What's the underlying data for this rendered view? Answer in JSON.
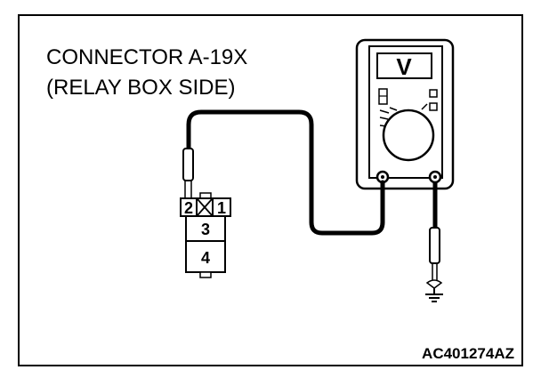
{
  "diagram": {
    "title_line1": "CONNECTOR A-19X",
    "title_line2": "(RELAY BOX SIDE)",
    "figure_code": "AC401274AZ",
    "connector_pins": {
      "pin_top_left": "2",
      "pin_top_right": "1",
      "pin_mid": "3",
      "pin_bottom": "4"
    },
    "meter": {
      "display_symbol": "V",
      "icon_name": "voltmeter-icon"
    },
    "ground": {
      "icon_name": "ground-symbol-icon"
    },
    "colors": {
      "line": "#000000",
      "background": "#ffffff"
    }
  }
}
